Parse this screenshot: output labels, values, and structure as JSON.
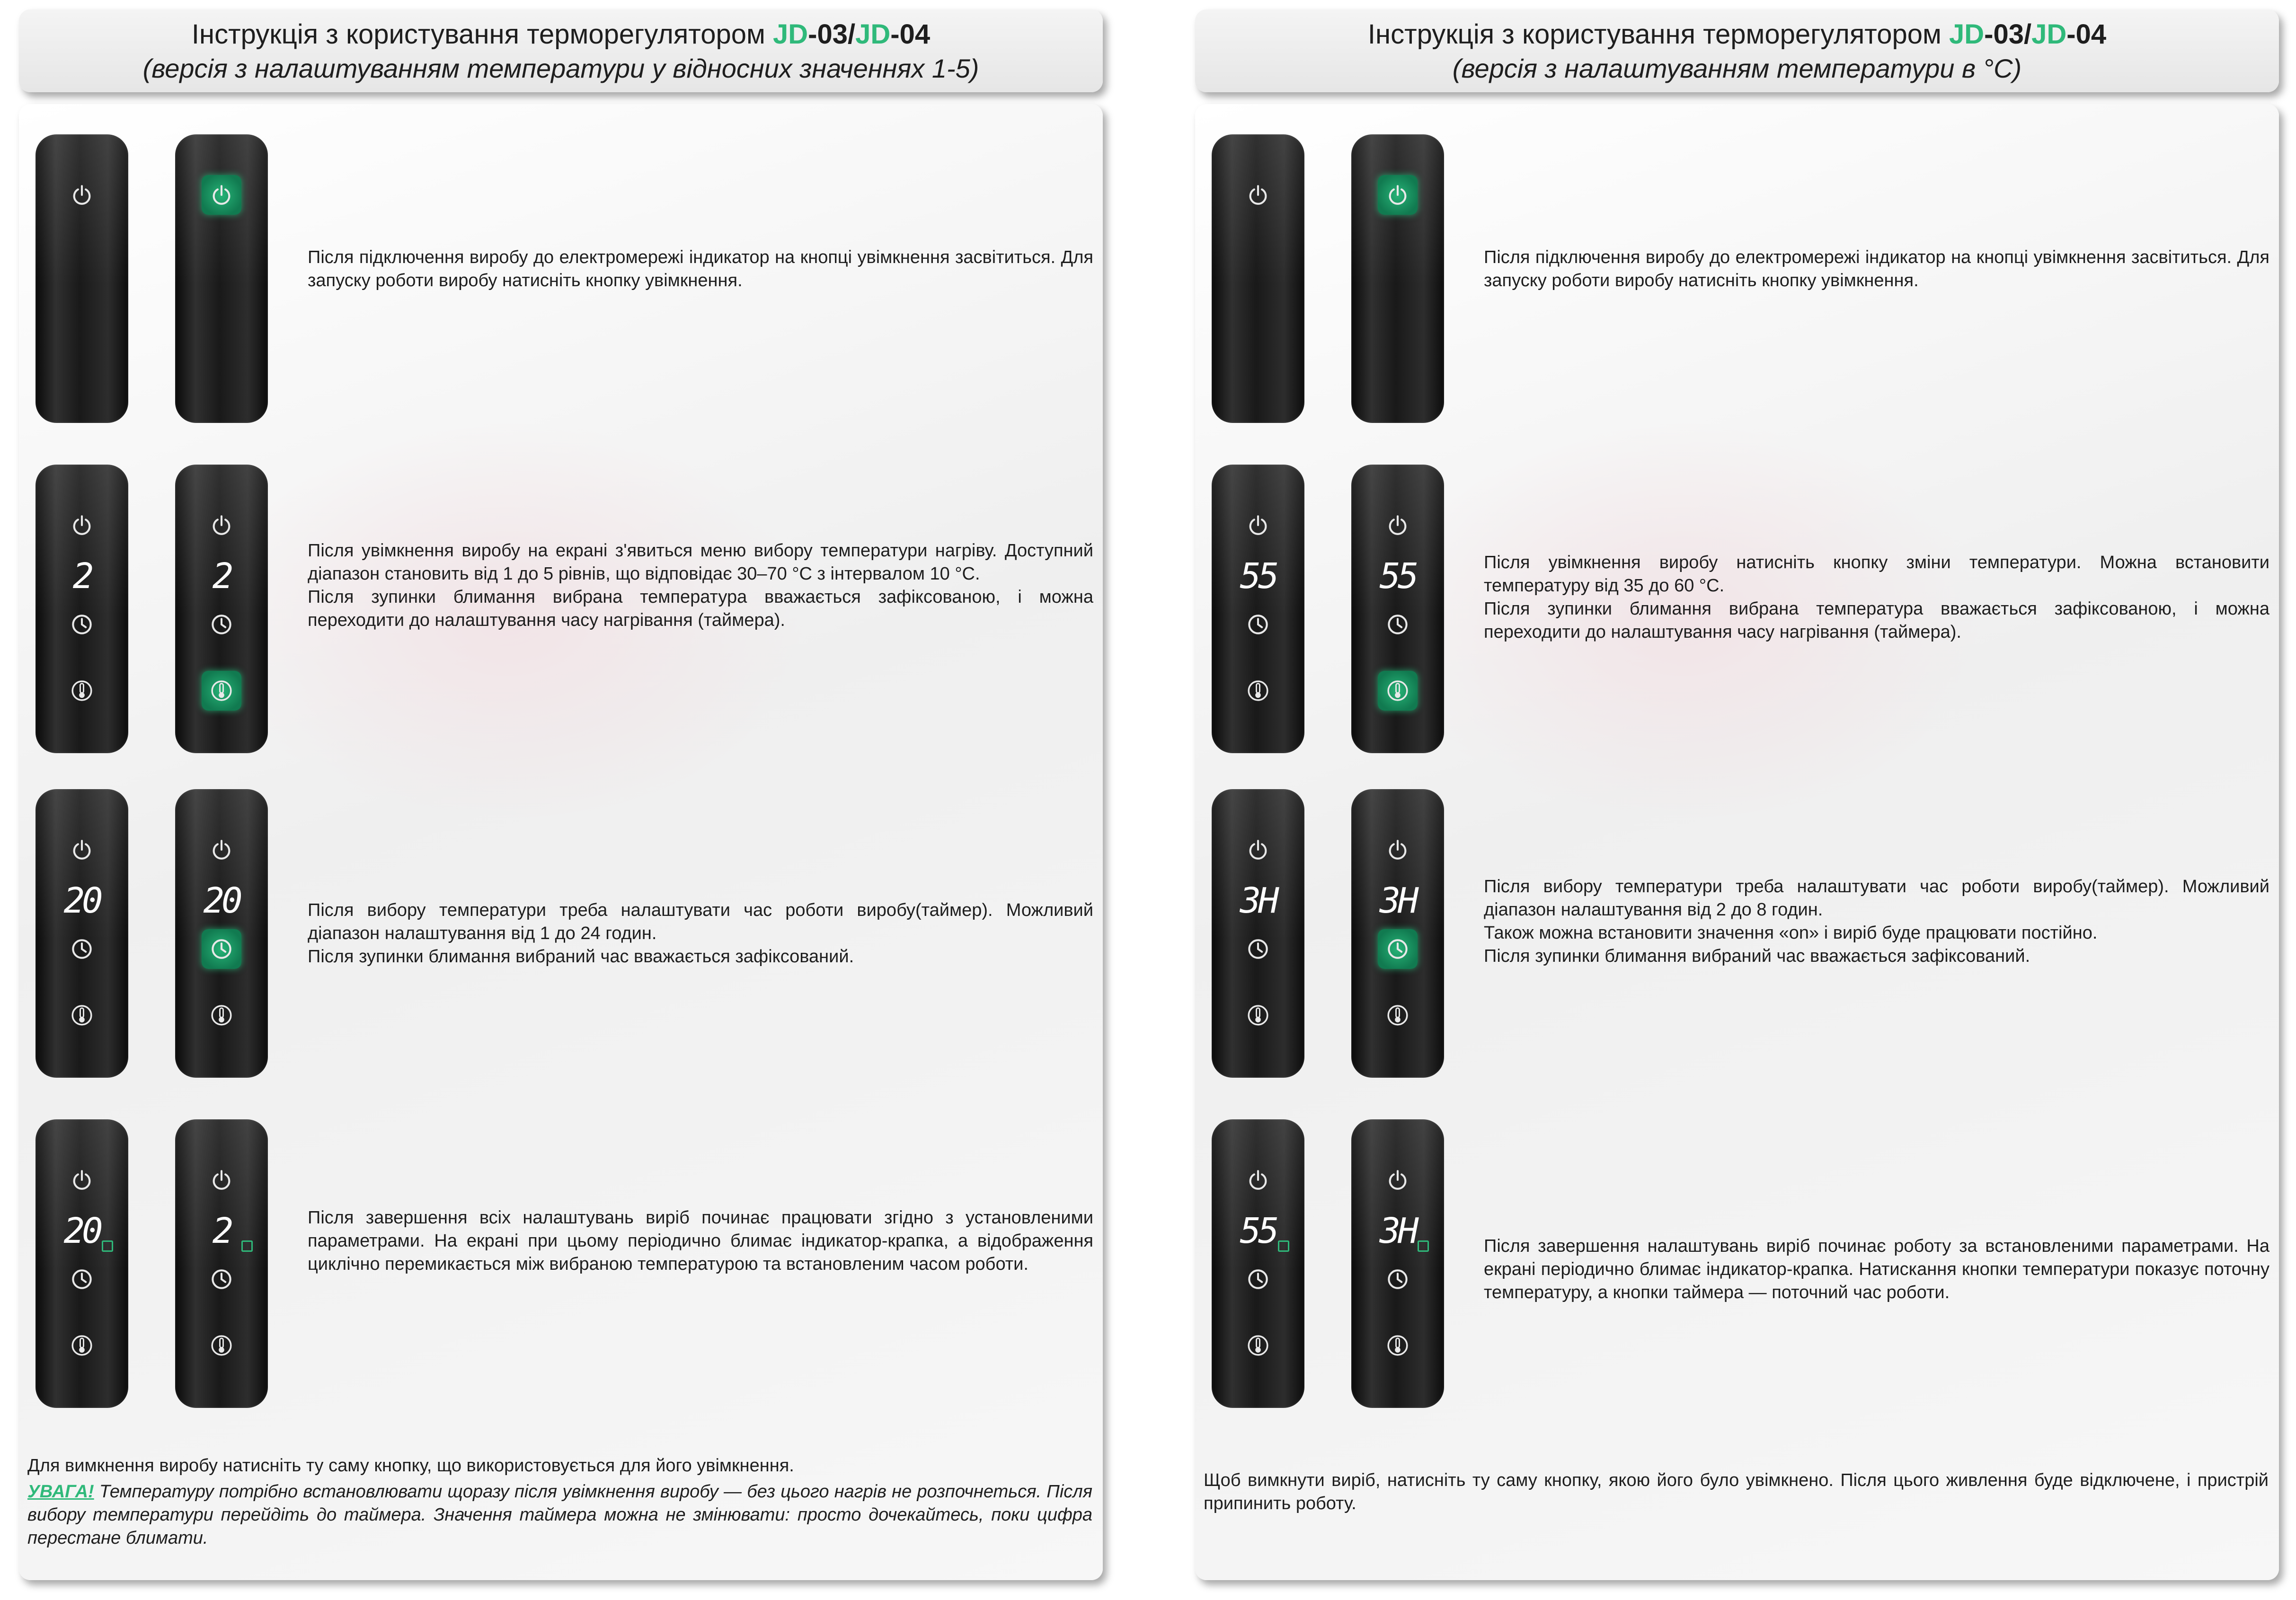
{
  "left": {
    "title": {
      "prefix": "Інструкція з користування терморегулятором ",
      "m1a": "JD",
      "m1b": "-03",
      "sep": "/",
      "m2a": "JD",
      "m2b": "-04"
    },
    "subtitle": "(версія з налаштуванням температури у відносних значеннях 1-5)",
    "steps": [
      {
        "text": "Після підключення виробу до електромережі індикатор на кнопці увімкнення засвітиться. Для запуску роботи виробу натисніть кнопку увімкнення.",
        "display_a": "",
        "display_b": ""
      },
      {
        "text": "Після увімкнення виробу на екрані з'явиться меню вибору температури нагріву. Доступний діапазон становить від 1 до 5 рівнів, що відповідає 30–70 °С з інтервалом 10 °С.\nПісля зупинки блимання вибрана температура вважається зафіксованою, і можна переходити до налаштування часу нагрівання (таймера).",
        "display_a": "2",
        "display_b": "2"
      },
      {
        "text": "Після вибору температури треба налаштувати час роботи виробу(таймер). Можливий діапазон налаштування від 1 до 24 годин.\nПісля зупинки блимання вибраний час вважається зафіксований.",
        "display_a": "20",
        "display_b": "20"
      },
      {
        "text": "Після завершення всіх налаштувань виріб починає працювати згідно з установленими параметрами. На екрані при цьому періодично блимає індикатор-крапка, а відображення циклічно перемикається між вибраною температурою та встановленим часом роботи.",
        "display_a": "20",
        "display_b": "2"
      }
    ],
    "footer": {
      "line1": "Для вимкнення виробу натисніть ту саму кнопку, що використовується для його увімкнення.",
      "warning_label": "УВАГА!",
      "warning_text": " Температуру потрібно встановлювати щоразу після увімкнення виробу — без цього нагрів не розпочнеться. Після вибору температури перейдіть до таймера. Значення таймера можна не змінювати: просто дочекайтесь, поки цифра перестане блимати."
    }
  },
  "right": {
    "title": {
      "prefix": "Інструкція з користування терморегулятором ",
      "m1a": "JD",
      "m1b": "-03",
      "sep": "/",
      "m2a": "JD",
      "m2b": "-04"
    },
    "subtitle": "(версія з налаштуванням температури в °С)",
    "steps": [
      {
        "text": "Після підключення виробу до електромережі індикатор на кнопці увімкнення засвітиться. Для запуску роботи виробу натисніть кнопку увімкнення.",
        "display_a": "",
        "display_b": ""
      },
      {
        "text": "Після увімкнення виробу натисніть кнопку зміни температури. Можна встановити температуру від 35 до 60 °С.\nПісля зупинки блимання вибрана температура вважається зафіксованою, і можна переходити до налаштування часу нагрівання (таймера).",
        "display_a": "55",
        "display_b": "55"
      },
      {
        "text": "Після вибору температури треба налаштувати час роботи виробу(таймер). Можливий діапазон налаштування від 2 до 8 годин.\nТакож можна встановити значення «on» і виріб буде працювати постійно.\nПісля зупинки блимання вибраний час вважається зафіксований.",
        "display_a": "3H",
        "display_b": "3H"
      },
      {
        "text": "Після завершення налаштувань виріб починає роботу за встановленими параметрами. На екрані періодично блимає індикатор-крапка. Натискання кнопки температури показує поточну температуру, а кнопки таймера — поточний час роботи.",
        "display_a": "55",
        "display_b": "3H"
      }
    ],
    "footer": {
      "line1": "Щоб вимкнути виріб, натисніть ту саму кнопку, якою його було увімкнено. Після цього живлення буде відключене, і пристрій припинить роботу."
    }
  },
  "icons": {
    "power": "power-icon",
    "timer": "clock-icon",
    "thermometer": "thermometer-icon",
    "indicator": "indicator-dot-icon"
  },
  "colors": {
    "accent": "#2fb97a",
    "lit_button": "#1a9a64",
    "device_body": "#1c1c1c",
    "display_text": "#ffffff"
  }
}
